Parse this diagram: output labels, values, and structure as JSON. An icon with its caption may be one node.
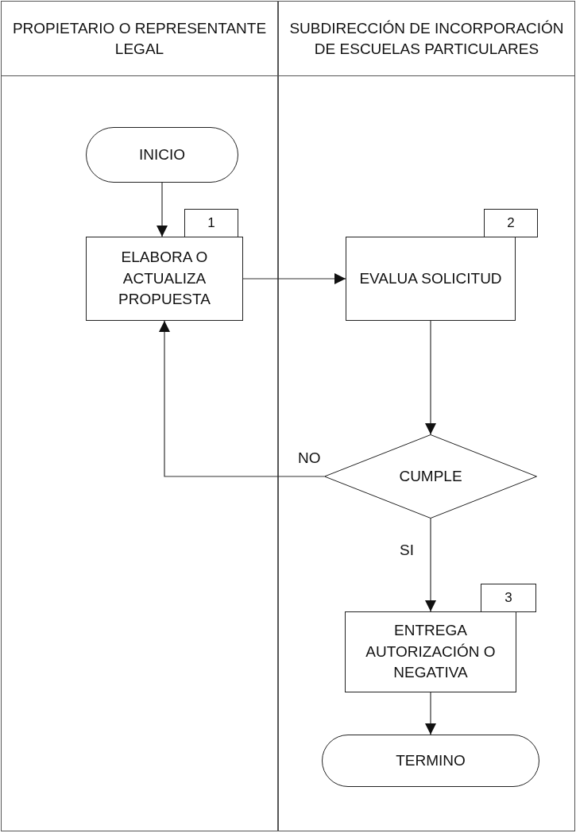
{
  "diagram": {
    "nodes": [
      {
        "text": [
          "PROPIETARIO O REPRESENTANTE LEGAL"
        ]
      },
      {
        "text": [
          "SUBDIRECCIÓN DE INCORPORACIÓN DE ESCUELAS PARTICULARES"
        ]
      },
      {
        "text": [
          "INICIO"
        ],
        "in": 0
      },
      {
        "text": [
          "ELABORA O ACTUALIZA PROPUESTA"
        ],
        "beside": [
          "1"
        ],
        "in": 0
      },
      {
        "text": [
          "EVALUA SOLICITUD"
        ],
        "beside": [
          "2"
        ],
        "in": 1
      },
      {
        "text": [
          "CUMPLE"
        ],
        "in": 1
      },
      {
        "text": [
          "ENTREGA AUTORIZACIÓN O NEGATIVA"
        ],
        "beside": [
          "3"
        ],
        "in": 1
      },
      {
        "text": [
          "TERMINO"
        ],
        "in": 1
      }
    ],
    "edges": [
      {
        "from": 2,
        "to": 3,
        "arrow": "to"
      },
      {
        "from": 3,
        "to": 4,
        "arrow": "to"
      },
      {
        "from": 4,
        "to": 5,
        "arrow": "to"
      },
      {
        "from": 5,
        "to": 3,
        "label": "NO",
        "arrow": "to"
      },
      {
        "from": 5,
        "to": 6,
        "label": "SI",
        "arrow": "to"
      },
      {
        "from": 6,
        "to": 7,
        "arrow": "to"
      }
    ]
  }
}
